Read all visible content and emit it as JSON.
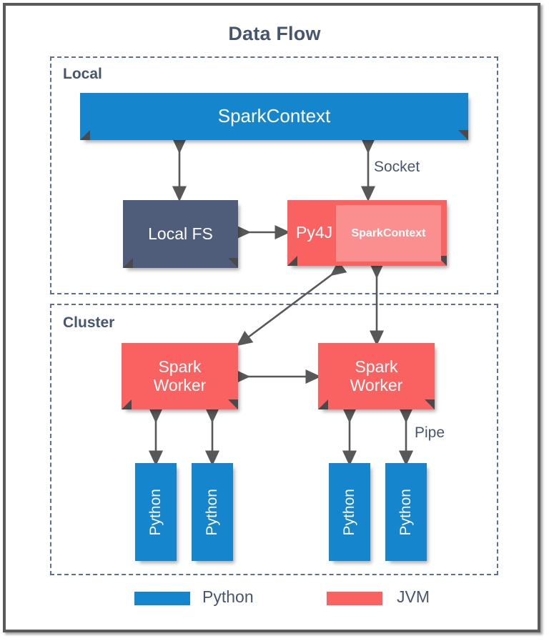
{
  "title": "Data Flow",
  "zones": [
    {
      "name": "local",
      "label": "Local"
    },
    {
      "name": "cluster",
      "label": "Cluster"
    }
  ],
  "nodes": {
    "spark_context_main": "SparkContext",
    "local_fs": "Local FS",
    "py4j": "Py4J",
    "spark_context_inner": "SparkContext",
    "worker_1": "Spark\nWorker",
    "worker_1_line1": "Spark",
    "worker_1_line2": "Worker",
    "worker_2_line1": "Spark",
    "worker_2_line2": "Worker",
    "python_1": "Python",
    "python_2": "Python",
    "python_3": "Python",
    "python_4": "Python"
  },
  "edge_labels": {
    "socket": "Socket",
    "pipe": "Pipe"
  },
  "legend": [
    {
      "label": "Python",
      "color": "#1586ce"
    },
    {
      "label": "JVM",
      "color": "#fa6161"
    }
  ],
  "colors": {
    "python_blue": "#1586ce",
    "jvm_red": "#fa6161",
    "jvm_red_light": "#fb8f8f",
    "local_fs_slate": "#4f5d7a",
    "text_slate": "#47566f",
    "dash_border": "#5f6e8c",
    "arrow": "#585858",
    "frame": "#5a5a5a"
  }
}
